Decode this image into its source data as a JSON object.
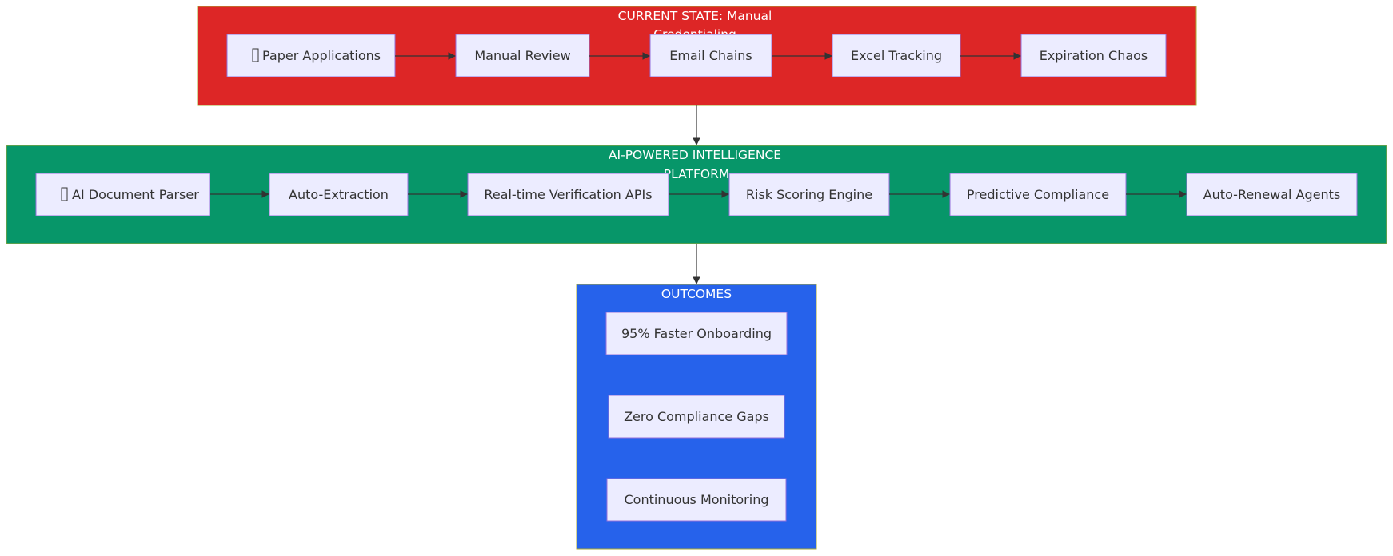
{
  "colors": {
    "current_state": "#dd2626",
    "platform": "#079669",
    "outcomes": "#2662eb",
    "node_fill": "#ececff",
    "node_stroke": "#9370db",
    "edge": "#333333"
  },
  "groups": {
    "current_state": {
      "title_line1": "CURRENT STATE: Manual",
      "title_line2": "Credentialing",
      "nodes": [
        {
          "label": "Paper Applications",
          "icon": "missing-glyph-icon"
        },
        {
          "label": "Manual Review"
        },
        {
          "label": "Email Chains"
        },
        {
          "label": "Excel Tracking"
        },
        {
          "label": "Expiration Chaos"
        }
      ]
    },
    "platform": {
      "title_line1": "AI-POWERED INTELLIGENCE",
      "title_line2": "PLATFORM",
      "nodes": [
        {
          "label": "AI Document Parser",
          "icon": "missing-glyph-icon"
        },
        {
          "label": "Auto-Extraction"
        },
        {
          "label": "Real-time Verification APIs"
        },
        {
          "label": "Risk Scoring Engine"
        },
        {
          "label": "Predictive Compliance"
        },
        {
          "label": "Auto-Renewal Agents"
        }
      ]
    },
    "outcomes": {
      "title": "OUTCOMES",
      "nodes": [
        {
          "label": "95% Faster Onboarding"
        },
        {
          "label": "Zero Compliance Gaps"
        },
        {
          "label": "Continuous Monitoring"
        }
      ]
    }
  }
}
